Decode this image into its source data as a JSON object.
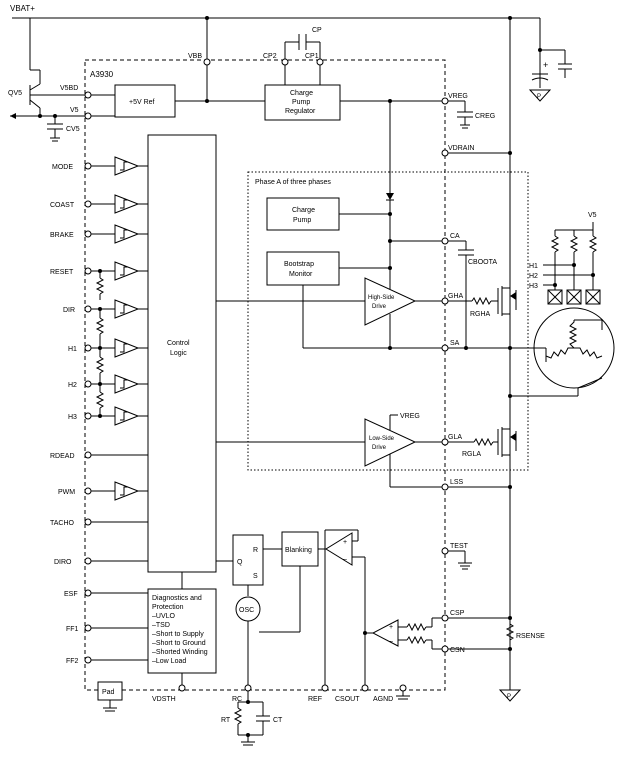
{
  "rails": {
    "vbat": "VBAT+",
    "vbb": "VBB",
    "v5": "V5"
  },
  "chip": {
    "name": "A3930",
    "phase_box": "Phase A of three phases"
  },
  "blocks": {
    "ref": "+5V Ref",
    "cp_reg": [
      "Charge",
      "Pump",
      "Regulator"
    ],
    "charge_pump": [
      "Charge",
      "Pump"
    ],
    "boot_mon": [
      "Bootstrap",
      "Monitor"
    ],
    "control": [
      "Control",
      "Logic"
    ],
    "hs_drive": [
      "High-Side",
      "Drive"
    ],
    "ls_drive": [
      "Low-Side",
      "Drive"
    ],
    "blanking": "Blanking",
    "osc": "OSC",
    "ff_q": "Q",
    "ff_r": "R",
    "ff_s": "S",
    "diag": [
      "Diagnostics and",
      "Protection",
      "–UVLO",
      "–TSD",
      "–Short to Supply",
      "–Short to Ground",
      "–Shorted Winding",
      "–Low Load"
    ],
    "pad": "Pad"
  },
  "pins": {
    "left": [
      "MODE",
      "COAST",
      "BRAKE",
      "RESET",
      "DIR",
      "H1",
      "H2",
      "H3",
      "RDEAD",
      "PWM",
      "TACHO",
      "DIRO",
      "ESF",
      "FF1",
      "FF2"
    ],
    "top": {
      "v5bd": "V5BD",
      "v5": "V5",
      "vbb": "VBB",
      "cp2": "CP2",
      "cp1": "CP1"
    },
    "right": {
      "vreg": "VREG",
      "vdrain": "VDRAIN",
      "ca": "CA",
      "gha": "GHA",
      "sa": "SA",
      "gla": "GLA",
      "lss": "LSS",
      "test": "TEST",
      "csp": "CSP",
      "csn": "CSN"
    },
    "bottom": {
      "vdsth": "VDSTH",
      "rc": "RC",
      "ref": "REF",
      "csout": "CSOUT",
      "agnd": "AGND"
    }
  },
  "components": {
    "qv5": "QV5",
    "cv5": "CV5",
    "cp": "CP",
    "creg": "CREG",
    "cboota": "CBOOTA",
    "rgha": "RGHA",
    "rgla": "RGLA",
    "rsense": "RSENSE",
    "rt": "RT",
    "ct": "CT",
    "vreg_label": "VREG",
    "v5_label": "V5",
    "hall": [
      "H1",
      "H2",
      "H3"
    ],
    "cap_plus": "+",
    "op_plus": "+",
    "op_minus": "–"
  }
}
